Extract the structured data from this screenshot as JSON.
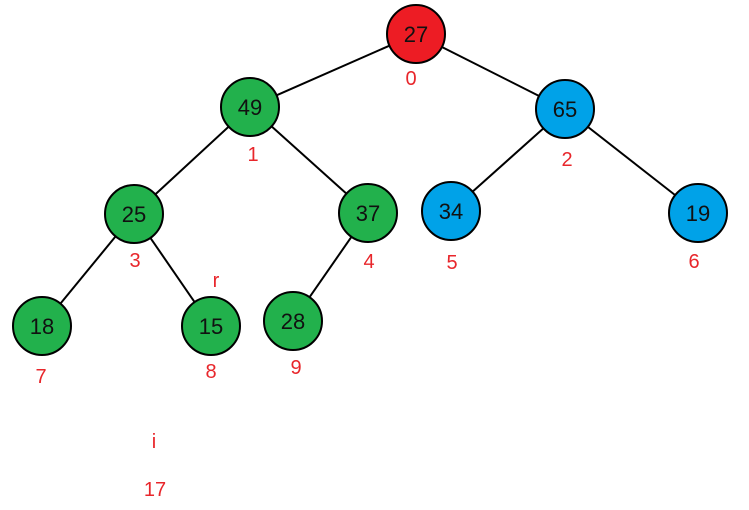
{
  "colors": {
    "root": "#ed1c24",
    "green": "#22b14c",
    "blue": "#00a2e8",
    "stroke": "#000000",
    "index_text": "#e8262b"
  },
  "nodes": [
    {
      "value": "27",
      "index": "0",
      "color": "root"
    },
    {
      "value": "49",
      "index": "1",
      "color": "green"
    },
    {
      "value": "65",
      "index": "2",
      "color": "blue"
    },
    {
      "value": "25",
      "index": "3",
      "color": "green"
    },
    {
      "value": "37",
      "index": "4",
      "color": "green"
    },
    {
      "value": "34",
      "index": "5",
      "color": "blue"
    },
    {
      "value": "19",
      "index": "6",
      "color": "blue"
    },
    {
      "value": "18",
      "index": "7",
      "color": "green"
    },
    {
      "value": "15",
      "index": "8",
      "color": "green"
    },
    {
      "value": "28",
      "index": "9",
      "color": "green"
    }
  ],
  "edges": [
    [
      0,
      1
    ],
    [
      0,
      2
    ],
    [
      1,
      3
    ],
    [
      1,
      4
    ],
    [
      2,
      5
    ],
    [
      2,
      6
    ],
    [
      3,
      7
    ],
    [
      3,
      8
    ],
    [
      4,
      9
    ]
  ],
  "annotations": {
    "r_label": "r",
    "i_label": "i",
    "i_value": "17"
  }
}
